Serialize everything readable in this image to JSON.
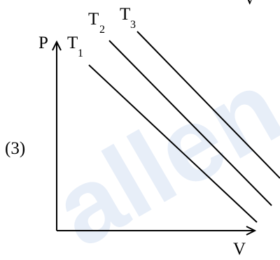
{
  "watermark": {
    "text": "allen",
    "color": "#e7eef8"
  },
  "diagram": {
    "option_label": "(3)",
    "y_axis_label": "P",
    "x_axis_label": "V",
    "top_partial_label": "V",
    "line_color": "#000000",
    "isotherms": [
      {
        "letter": "T",
        "subscript": "1"
      },
      {
        "letter": "T",
        "subscript": "2"
      },
      {
        "letter": "T",
        "subscript": "3"
      }
    ]
  }
}
